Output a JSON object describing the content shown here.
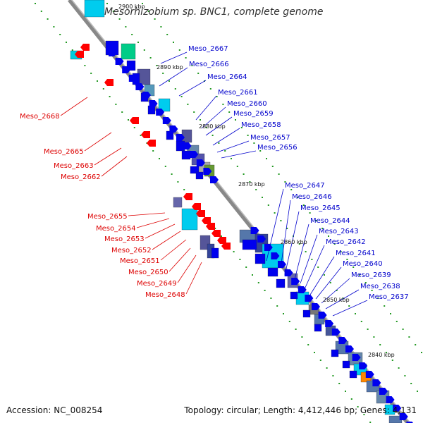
{
  "title": "Mesorhizobium sp. BNC1, complete genome",
  "accession": "Accession: NC_008254",
  "topology": "Topology: circular; Length: 4,412,446 bp; Genes: 4,131",
  "kbp_ticks": [
    "2900 kbp",
    "2890 kbp",
    "2880 kbp",
    "2870 kbp",
    "2860 kbp",
    "2850 kbp",
    "2840 kbp"
  ],
  "colors": {
    "forward": "#0000ee",
    "reverse": "#ff0000",
    "backbone": "#888888",
    "dots": "#229922"
  },
  "forward_labels": [
    "Meso_2667",
    "Meso_2666",
    "Meso_2664",
    "Meso_2661",
    "Meso_2660",
    "Meso_2659",
    "Meso_2658",
    "Meso_2657",
    "Meso_2656",
    "Meso_2647",
    "Meso_2646",
    "Meso_2645",
    "Meso_2644",
    "Meso_2643",
    "Meso_2642",
    "Meso_2641",
    "Meso_2640",
    "Meso_2639",
    "Meso_2638",
    "Meso_2637"
  ],
  "reverse_labels": [
    "Meso_2668",
    "Meso_2665",
    "Meso_2663",
    "Meso_2662",
    "Meso_2655",
    "Meso_2654",
    "Meso_2653",
    "Meso_2652",
    "Meso_2651",
    "Meso_2650",
    "Meso_2649",
    "Meso_2648"
  ]
}
